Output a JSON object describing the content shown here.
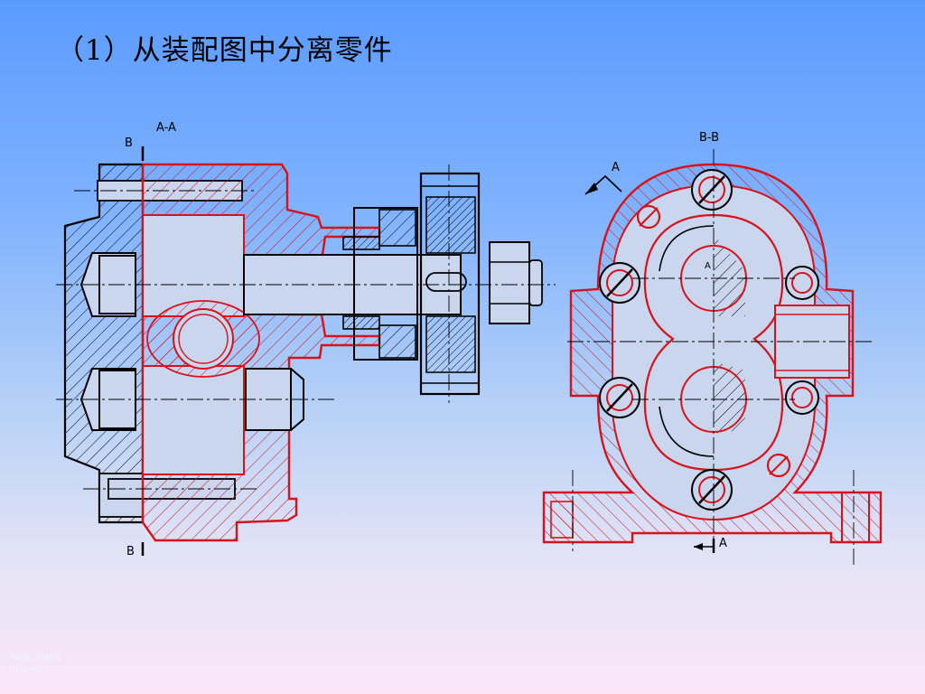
{
  "title": "（1）从装配图中分离零件",
  "watermark": "WANGCHEN GGANG",
  "labels": {
    "section_aa": "A-A",
    "section_bb": "B-B",
    "b_top": "B",
    "b_bottom": "B",
    "a_arrow_top": "A",
    "a_arrow_bottom": "A",
    "a_center": "A"
  },
  "colors": {
    "part_highlight": "#d8121a",
    "assembly_lines": "#000000",
    "section_fill": "#bfc8d8"
  }
}
